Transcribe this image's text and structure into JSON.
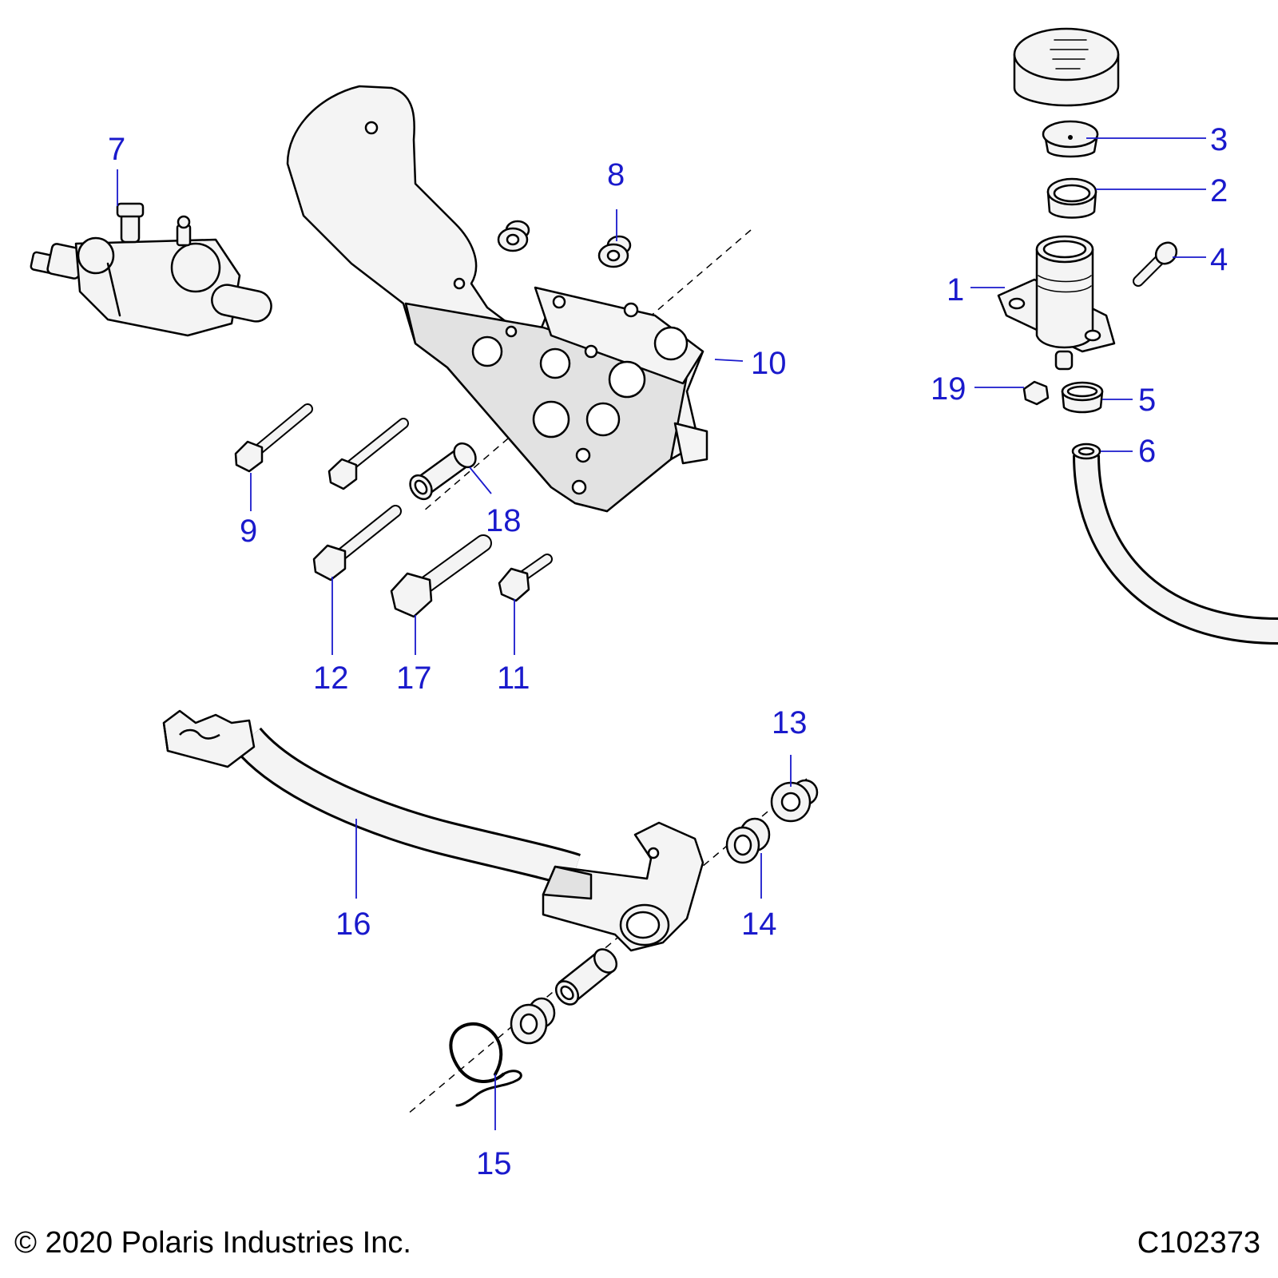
{
  "callouts": {
    "c1": "1",
    "c2": "2",
    "c3": "3",
    "c4": "4",
    "c5": "5",
    "c6": "6",
    "c7": "7",
    "c8": "8",
    "c9": "9",
    "c10": "10",
    "c11": "11",
    "c12": "12",
    "c13": "13",
    "c14": "14",
    "c15": "15",
    "c16": "16",
    "c17": "17",
    "c18": "18",
    "c19": "19"
  },
  "footer": {
    "copyright": "© 2020 Polaris Industries Inc.",
    "figure_id": "C102373"
  },
  "colors": {
    "callout_blue": "#1a1acc",
    "line": "#000000",
    "part_fill": "#f4f4f4"
  }
}
